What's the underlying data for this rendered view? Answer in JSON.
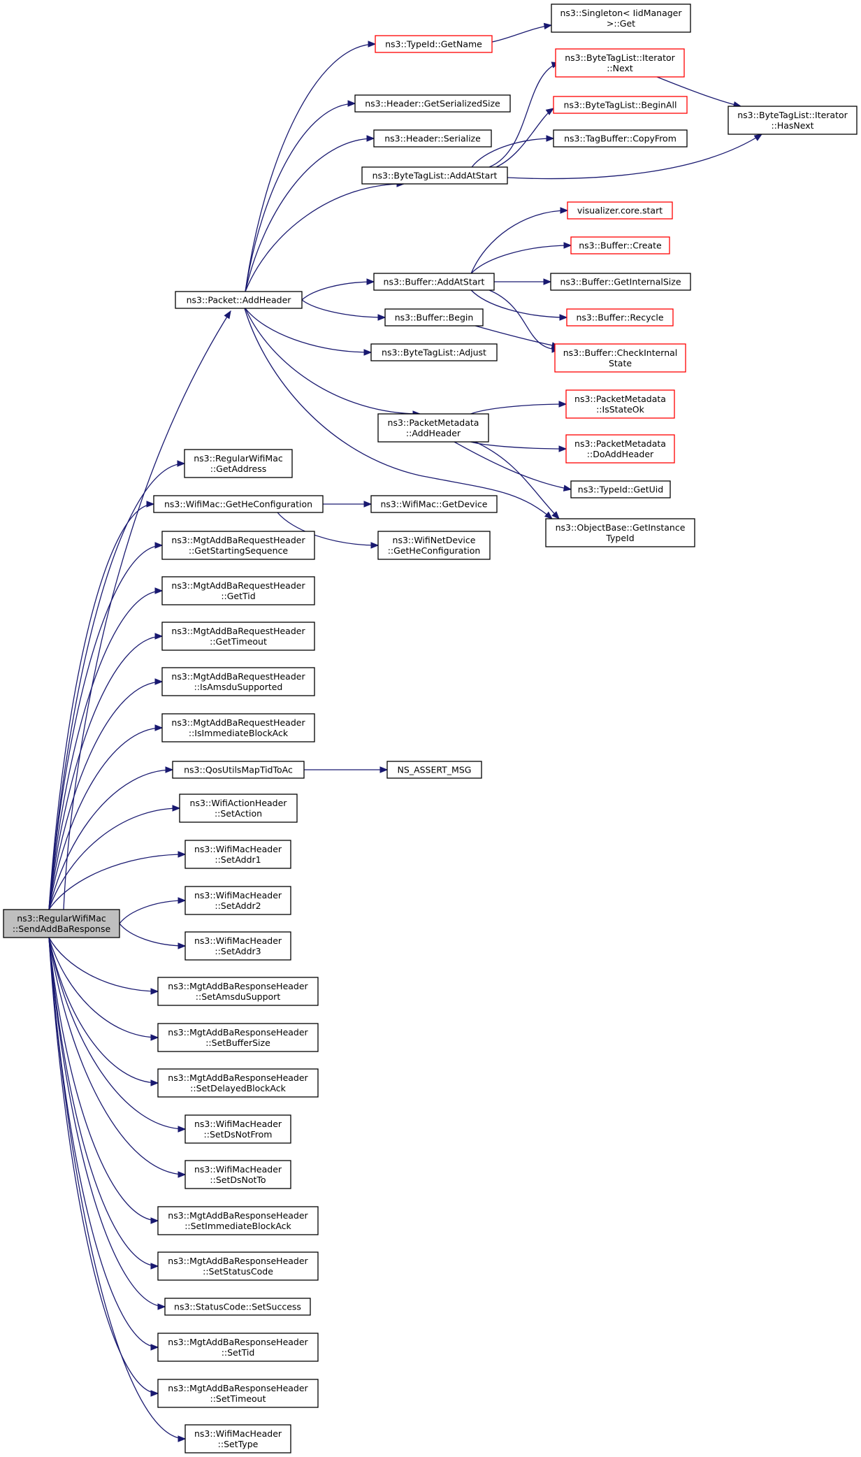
{
  "nodes": [
    {
      "id": "root",
      "lines": [
        "ns3::RegularWifiMac",
        "::SendAddBaResponse"
      ],
      "root": true
    },
    {
      "id": "packet_addheader",
      "lines": [
        "ns3::Packet::AddHeader"
      ]
    },
    {
      "id": "typeid_getname",
      "lines": [
        "ns3::TypeId::GetName"
      ],
      "truncated": true
    },
    {
      "id": "singleton_get",
      "lines": [
        "ns3::Singleton< IidManager",
        " >::Get"
      ]
    },
    {
      "id": "header_getserializedsize",
      "lines": [
        "ns3::Header::GetSerializedSize"
      ]
    },
    {
      "id": "header_serialize",
      "lines": [
        "ns3::Header::Serialize"
      ]
    },
    {
      "id": "bytetaglist_addatstart",
      "lines": [
        "ns3::ByteTagList::AddAtStart"
      ]
    },
    {
      "id": "bytetaglist_iterator_next",
      "lines": [
        "ns3::ByteTagList::Iterator",
        "::Next"
      ],
      "truncated": true
    },
    {
      "id": "bytetaglist_beginall",
      "lines": [
        "ns3::ByteTagList::BeginAll"
      ],
      "truncated": true
    },
    {
      "id": "tagbuffer_copyfrom",
      "lines": [
        "ns3::TagBuffer::CopyFrom"
      ]
    },
    {
      "id": "bytetaglist_iterator_hasnext",
      "lines": [
        "ns3::ByteTagList::Iterator",
        "::HasNext"
      ]
    },
    {
      "id": "visualizer_core_start",
      "lines": [
        "visualizer.core.start"
      ],
      "truncated": true
    },
    {
      "id": "buffer_create",
      "lines": [
        "ns3::Buffer::Create"
      ],
      "truncated": true
    },
    {
      "id": "buffer_addatstart",
      "lines": [
        "ns3::Buffer::AddAtStart"
      ]
    },
    {
      "id": "buffer_getinternalsize",
      "lines": [
        "ns3::Buffer::GetInternalSize"
      ]
    },
    {
      "id": "buffer_recycle",
      "lines": [
        "ns3::Buffer::Recycle"
      ],
      "truncated": true
    },
    {
      "id": "buffer_begin",
      "lines": [
        "ns3::Buffer::Begin"
      ]
    },
    {
      "id": "buffer_checkinternalstate",
      "lines": [
        "ns3::Buffer::CheckInternal",
        "State"
      ],
      "truncated": true
    },
    {
      "id": "bytetaglist_adjust",
      "lines": [
        "ns3::ByteTagList::Adjust"
      ]
    },
    {
      "id": "packetmetadata_addheader",
      "lines": [
        "ns3::PacketMetadata",
        "::AddHeader"
      ]
    },
    {
      "id": "packetmetadata_isstateok",
      "lines": [
        "ns3::PacketMetadata",
        "::IsStateOk"
      ],
      "truncated": true
    },
    {
      "id": "packetmetadata_doaddheader",
      "lines": [
        "ns3::PacketMetadata",
        "::DoAddHeader"
      ],
      "truncated": true
    },
    {
      "id": "typeid_getuid",
      "lines": [
        "ns3::TypeId::GetUid"
      ]
    },
    {
      "id": "objectbase_getinstancetypeid",
      "lines": [
        "ns3::ObjectBase::GetInstance",
        "TypeId"
      ]
    },
    {
      "id": "regularwifimac_getaddress",
      "lines": [
        "ns3::RegularWifiMac",
        "::GetAddress"
      ]
    },
    {
      "id": "wifimac_gethecfg",
      "lines": [
        "ns3::WifiMac::GetHeConfiguration"
      ]
    },
    {
      "id": "wifimac_getdevice",
      "lines": [
        "ns3::WifiMac::GetDevice"
      ]
    },
    {
      "id": "wifinetdevice_gethecfg",
      "lines": [
        "ns3::WifiNetDevice",
        "::GetHeConfiguration"
      ]
    },
    {
      "id": "req_getstartingsequence",
      "lines": [
        "ns3::MgtAddBaRequestHeader",
        "::GetStartingSequence"
      ]
    },
    {
      "id": "req_gettid",
      "lines": [
        "ns3::MgtAddBaRequestHeader",
        "::GetTid"
      ]
    },
    {
      "id": "req_gettimeout",
      "lines": [
        "ns3::MgtAddBaRequestHeader",
        "::GetTimeout"
      ]
    },
    {
      "id": "req_isamsdusupported",
      "lines": [
        "ns3::MgtAddBaRequestHeader",
        "::IsAmsduSupported"
      ]
    },
    {
      "id": "req_isimmediateblockack",
      "lines": [
        "ns3::MgtAddBaRequestHeader",
        "::IsImmediateBlockAck"
      ]
    },
    {
      "id": "qosutilsmaptidtoac",
      "lines": [
        "ns3::QosUtilsMapTidToAc"
      ]
    },
    {
      "id": "ns_assert_msg",
      "lines": [
        "NS_ASSERT_MSG"
      ]
    },
    {
      "id": "wifiactionheader_setaction",
      "lines": [
        "ns3::WifiActionHeader",
        "::SetAction"
      ]
    },
    {
      "id": "wifimacheader_setaddr1",
      "lines": [
        "ns3::WifiMacHeader",
        "::SetAddr1"
      ]
    },
    {
      "id": "wifimacheader_setaddr2",
      "lines": [
        "ns3::WifiMacHeader",
        "::SetAddr2"
      ]
    },
    {
      "id": "wifimacheader_setaddr3",
      "lines": [
        "ns3::WifiMacHeader",
        "::SetAddr3"
      ]
    },
    {
      "id": "resp_setamsdusupport",
      "lines": [
        "ns3::MgtAddBaResponseHeader",
        "::SetAmsduSupport"
      ]
    },
    {
      "id": "resp_setbuffersize",
      "lines": [
        "ns3::MgtAddBaResponseHeader",
        "::SetBufferSize"
      ]
    },
    {
      "id": "resp_setdelayedblockack",
      "lines": [
        "ns3::MgtAddBaResponseHeader",
        "::SetDelayedBlockAck"
      ]
    },
    {
      "id": "wifimacheader_setdsnotfrom",
      "lines": [
        "ns3::WifiMacHeader",
        "::SetDsNotFrom"
      ]
    },
    {
      "id": "wifimacheader_setdsnotto",
      "lines": [
        "ns3::WifiMacHeader",
        "::SetDsNotTo"
      ]
    },
    {
      "id": "resp_setimmediateblockack",
      "lines": [
        "ns3::MgtAddBaResponseHeader",
        "::SetImmediateBlockAck"
      ]
    },
    {
      "id": "resp_setstatuscode",
      "lines": [
        "ns3::MgtAddBaResponseHeader",
        "::SetStatusCode"
      ]
    },
    {
      "id": "statuscode_setsuccess",
      "lines": [
        "ns3::StatusCode::SetSuccess"
      ]
    },
    {
      "id": "resp_settid",
      "lines": [
        "ns3::MgtAddBaResponseHeader",
        "::SetTid"
      ]
    },
    {
      "id": "resp_settimeout",
      "lines": [
        "ns3::MgtAddBaResponseHeader",
        "::SetTimeout"
      ]
    },
    {
      "id": "wifimacheader_settype",
      "lines": [
        "ns3::WifiMacHeader",
        "::SetType"
      ]
    }
  ],
  "edges": [
    [
      "root",
      "packet_addheader"
    ],
    [
      "root",
      "regularwifimac_getaddress"
    ],
    [
      "root",
      "wifimac_gethecfg"
    ],
    [
      "root",
      "req_getstartingsequence"
    ],
    [
      "root",
      "req_gettid"
    ],
    [
      "root",
      "req_gettimeout"
    ],
    [
      "root",
      "req_isamsdusupported"
    ],
    [
      "root",
      "req_isimmediateblockack"
    ],
    [
      "root",
      "qosutilsmaptidtoac"
    ],
    [
      "root",
      "wifiactionheader_setaction"
    ],
    [
      "root",
      "wifimacheader_setaddr1"
    ],
    [
      "root",
      "wifimacheader_setaddr2"
    ],
    [
      "root",
      "wifimacheader_setaddr3"
    ],
    [
      "root",
      "resp_setamsdusupport"
    ],
    [
      "root",
      "resp_setbuffersize"
    ],
    [
      "root",
      "resp_setdelayedblockack"
    ],
    [
      "root",
      "wifimacheader_setdsnotfrom"
    ],
    [
      "root",
      "wifimacheader_setdsnotto"
    ],
    [
      "root",
      "resp_setimmediateblockack"
    ],
    [
      "root",
      "resp_setstatuscode"
    ],
    [
      "root",
      "statuscode_setsuccess"
    ],
    [
      "root",
      "resp_settid"
    ],
    [
      "root",
      "resp_settimeout"
    ],
    [
      "root",
      "wifimacheader_settype"
    ],
    [
      "packet_addheader",
      "typeid_getname"
    ],
    [
      "packet_addheader",
      "header_getserializedsize"
    ],
    [
      "packet_addheader",
      "header_serialize"
    ],
    [
      "packet_addheader",
      "bytetaglist_addatstart"
    ],
    [
      "packet_addheader",
      "buffer_addatstart"
    ],
    [
      "packet_addheader",
      "buffer_begin"
    ],
    [
      "packet_addheader",
      "bytetaglist_adjust"
    ],
    [
      "packet_addheader",
      "packetmetadata_addheader"
    ],
    [
      "packet_addheader",
      "objectbase_getinstancetypeid"
    ],
    [
      "typeid_getname",
      "singleton_get"
    ],
    [
      "bytetaglist_addatstart",
      "bytetaglist_iterator_next"
    ],
    [
      "bytetaglist_addatstart",
      "bytetaglist_beginall"
    ],
    [
      "bytetaglist_addatstart",
      "tagbuffer_copyfrom"
    ],
    [
      "bytetaglist_addatstart",
      "bytetaglist_iterator_hasnext"
    ],
    [
      "bytetaglist_iterator_next",
      "bytetaglist_iterator_hasnext"
    ],
    [
      "buffer_addatstart",
      "visualizer_core_start"
    ],
    [
      "buffer_addatstart",
      "buffer_create"
    ],
    [
      "buffer_addatstart",
      "buffer_getinternalsize"
    ],
    [
      "buffer_addatstart",
      "buffer_recycle"
    ],
    [
      "buffer_addatstart",
      "buffer_checkinternalstate"
    ],
    [
      "buffer_begin",
      "buffer_checkinternalstate"
    ],
    [
      "packetmetadata_addheader",
      "packetmetadata_isstateok"
    ],
    [
      "packetmetadata_addheader",
      "packetmetadata_doaddheader"
    ],
    [
      "packetmetadata_addheader",
      "typeid_getuid"
    ],
    [
      "packetmetadata_addheader",
      "objectbase_getinstancetypeid"
    ],
    [
      "wifimac_gethecfg",
      "wifimac_getdevice"
    ],
    [
      "wifimac_gethecfg",
      "wifinetdevice_gethecfg"
    ],
    [
      "qosutilsmaptidtoac",
      "ns_assert_msg"
    ]
  ],
  "colors": {
    "edge": "#191970",
    "node_border": "#000000",
    "truncated_border": "#ff0000",
    "root_fill": "#bfbfbf",
    "node_fill": "#ffffff"
  }
}
